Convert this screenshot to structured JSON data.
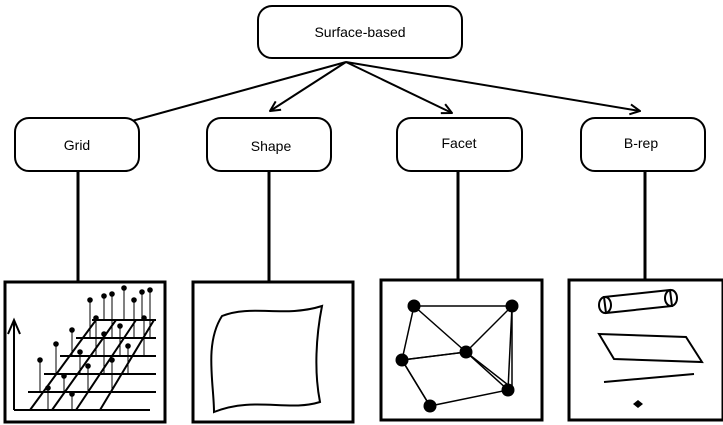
{
  "root": {
    "label": "Surface-based"
  },
  "categories": [
    {
      "id": "grid",
      "label": "Grid",
      "illustration": "grid-elevation-icon"
    },
    {
      "id": "shape",
      "label": "Shape",
      "illustration": "curved-surface-icon"
    },
    {
      "id": "facet",
      "label": "Facet",
      "illustration": "triangulated-mesh-icon"
    },
    {
      "id": "brep",
      "label": "B-rep",
      "illustration": "boundary-primitives-icon"
    }
  ],
  "colors": {
    "stroke": "#000000",
    "background": "#ffffff"
  }
}
